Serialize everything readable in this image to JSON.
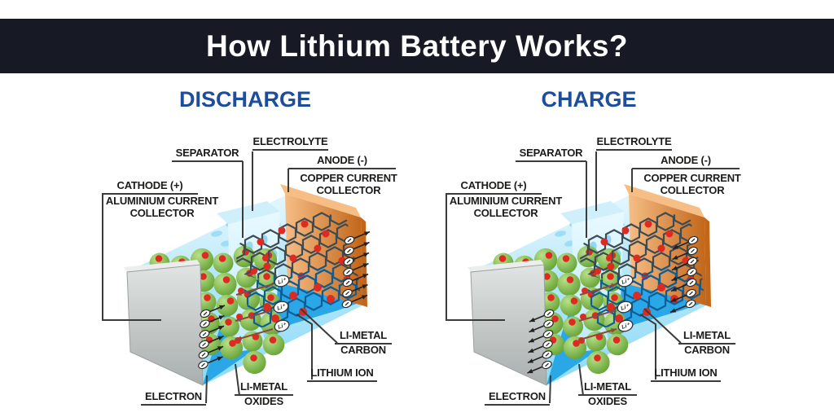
{
  "header": {
    "title": "How Lithium Battery Works?"
  },
  "diagrams": [
    {
      "title": "DISCHARGE",
      "mode": "discharge"
    },
    {
      "title": "CHARGE",
      "mode": "charge"
    }
  ],
  "labels": {
    "separator": "SEPARATOR",
    "electrolyte": "ELECTROLYTE",
    "anode": "ANODE (-)",
    "copper_collector": "COPPER CURRENT COLLECTOR",
    "cathode": "CATHODE (+)",
    "aluminium_collector": "ALUMINIUM CURRENT COLLECTOR",
    "electron": "ELECTRON",
    "li_metal": "LI-METAL",
    "oxides": "OXIDES",
    "carbon": "CARBON",
    "lithium_ion": "LITHIUM ION",
    "li_ion_symbol": "Li⁺",
    "electron_symbol": "−"
  },
  "colors": {
    "banner_bg": "#171a24",
    "title_blue": "#1e4d9b",
    "label_text": "#1b1b1a",
    "line": "#3b3b39",
    "aluminium_gray": "#c9cdcc",
    "aluminium_gray_light": "#e0e4e3",
    "aluminium_gray_dark": "#a9afae",
    "copper_orange": "#ea8c30",
    "copper_orange_light": "#f6bd85",
    "copper_orange_dark": "#c2661a",
    "electrolyte_blue": "#c2eafa",
    "electrolyte_blue_light": "#ddf4fd",
    "separator_blue": "#d9f2fc",
    "hole_blue": "#8fd9f4",
    "deep_blue": "#29a7e6",
    "sphere_green": "#84c24b",
    "sphere_green_light": "#b9e18b",
    "lithium_red": "#de2b21",
    "graphite": "#3e4b53",
    "hex_blue_stroke": "#0d5e97",
    "arrow_black": "#222222",
    "arrow_maroon": "#8a4a42"
  }
}
